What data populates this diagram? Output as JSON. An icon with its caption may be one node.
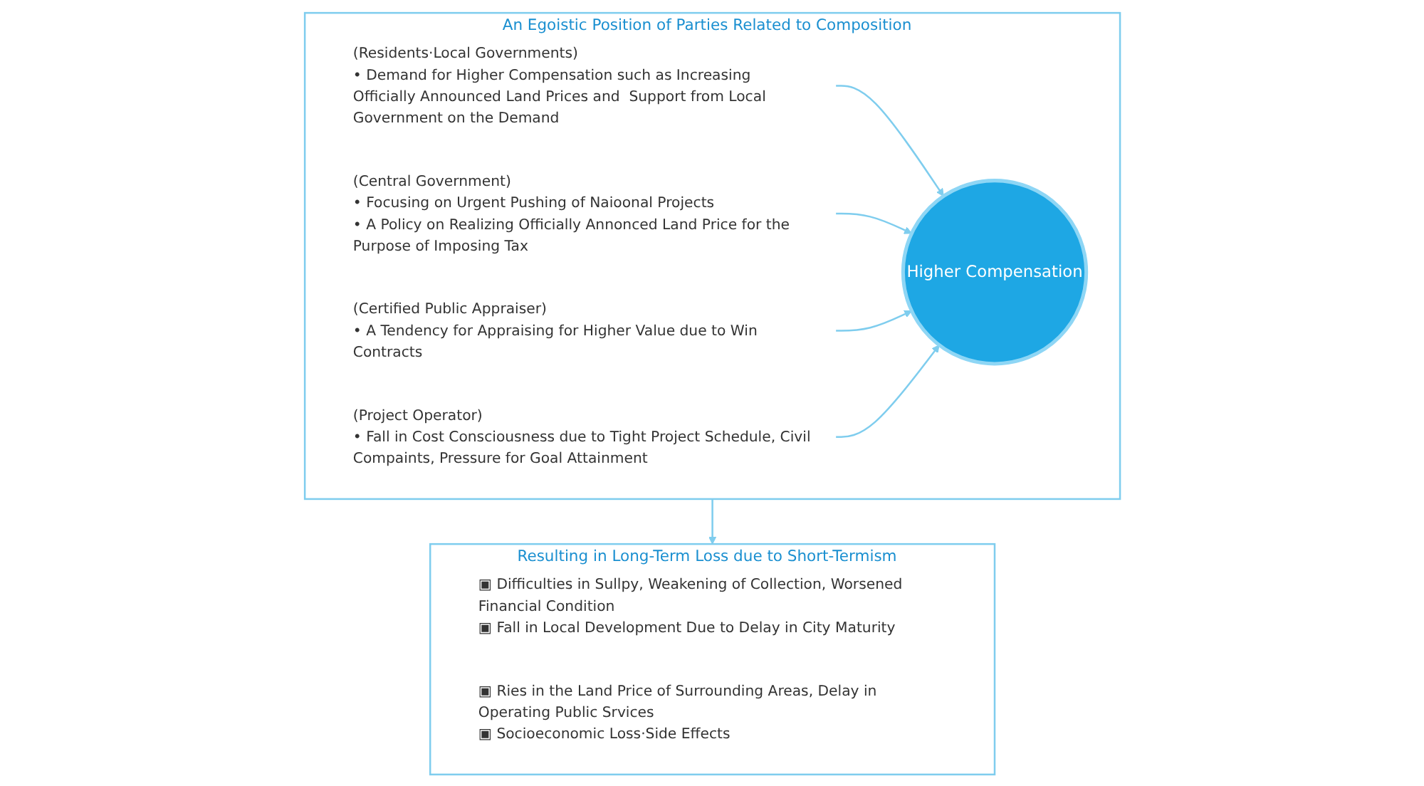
{
  "diagram": {
    "nodes": [
      {
        "text": [
          "An Egoistic Position of Parties Related to Composition"
        ]
      },
      {
        "text": [
          "(Residents·Local Governments)",
          "• Demand for Higher Compensation such as Increasing Officially Announced Land Prices and  Support from Local Government on the Demand"
        ],
        "in": 0
      },
      {
        "text": [
          "(Central Government)",
          "• Focusing on Urgent Pushing of Naioonal Projects",
          "• A Policy on Realizing Officially Annonced Land Price for the Purpose of Imposing Tax"
        ],
        "in": 0
      },
      {
        "text": [
          "Higher Compensation"
        ],
        "in": 0
      },
      {
        "text": [
          "(Certified Public Appraiser)",
          "• A Tendency for Appraising for Higher Value due to Win Contracts"
        ],
        "in": 0
      },
      {
        "text": [
          "(Project Operator)",
          "• Fall in Cost Consciousness due to Tight Project Schedule, Civil Compaints, Pressure for Goal Attainment"
        ],
        "in": 0
      },
      {
        "text": [
          "Resulting in Long-Term Loss due to Short-Termism"
        ]
      },
      {
        "text": [
          "▣ Difficulties in Sullpy, Weakening of Collection, Worsened Financial Condition",
          "▣ Fall in Local Development Due to Delay in City Maturity"
        ],
        "in": 6
      },
      {
        "text": [
          "▣ Ries in the Land Price of Surrounding Areas, Delay in Operating Public Srvices",
          "▣ Socioeconomic Loss·Side Effects"
        ],
        "in": 6
      }
    ],
    "edges": [
      {
        "from": 1,
        "to": 3,
        "arrow": "to"
      },
      {
        "from": 2,
        "to": 3,
        "arrow": "to"
      },
      {
        "from": 4,
        "to": 3,
        "arrow": "to"
      },
      {
        "from": 5,
        "to": 3,
        "arrow": "to"
      },
      {
        "from": 0,
        "to": 6,
        "arrow": "to"
      }
    ]
  }
}
